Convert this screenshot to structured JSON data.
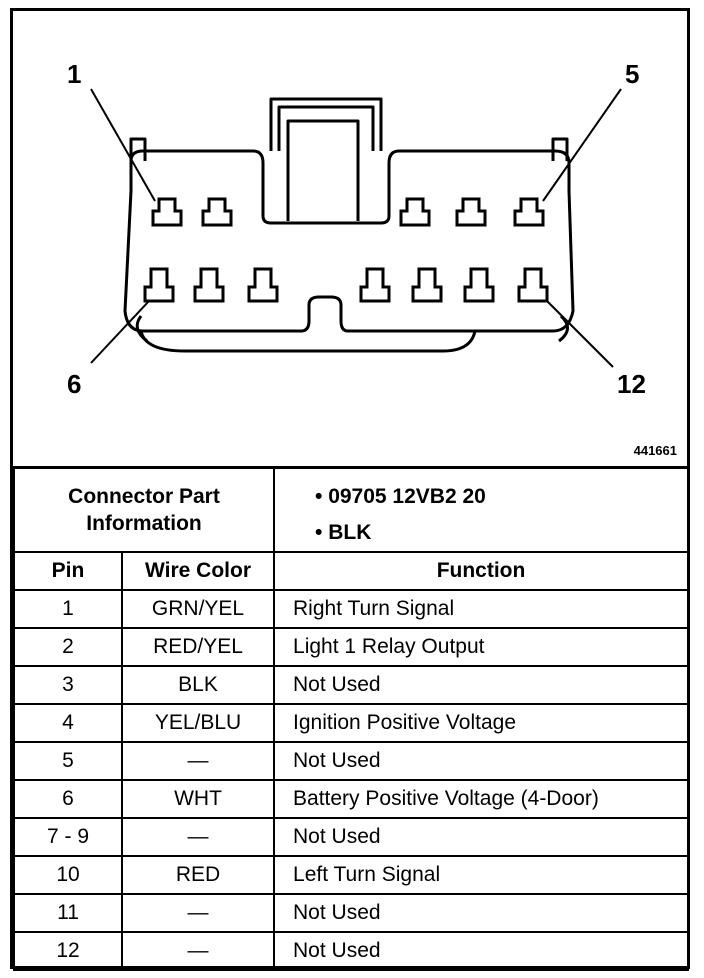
{
  "figure_id": "441661",
  "pin_callouts": {
    "top_left": "1",
    "top_right": "5",
    "bottom_left": "6",
    "bottom_right": "12"
  },
  "connector_info": {
    "label": "Connector Part Information",
    "items": [
      "09705 12VB2 20",
      "BLK"
    ]
  },
  "table": {
    "headers": [
      "Pin",
      "Wire Color",
      "Function"
    ],
    "rows": [
      {
        "pin": "1",
        "color": "GRN/YEL",
        "function": "Right Turn Signal"
      },
      {
        "pin": "2",
        "color": "RED/YEL",
        "function": "Light 1 Relay Output"
      },
      {
        "pin": "3",
        "color": "BLK",
        "function": "Not Used"
      },
      {
        "pin": "4",
        "color": "YEL/BLU",
        "function": "Ignition Positive Voltage"
      },
      {
        "pin": "5",
        "color": "—",
        "function": "Not Used"
      },
      {
        "pin": "6",
        "color": "WHT",
        "function": "Battery Positive Voltage (4-Door)"
      },
      {
        "pin": "7 - 9",
        "color": "—",
        "function": "Not Used"
      },
      {
        "pin": "10",
        "color": "RED",
        "function": "Left Turn Signal"
      },
      {
        "pin": "11",
        "color": "—",
        "function": "Not Used"
      },
      {
        "pin": "12",
        "color": "—",
        "function": "Not Used"
      }
    ]
  }
}
